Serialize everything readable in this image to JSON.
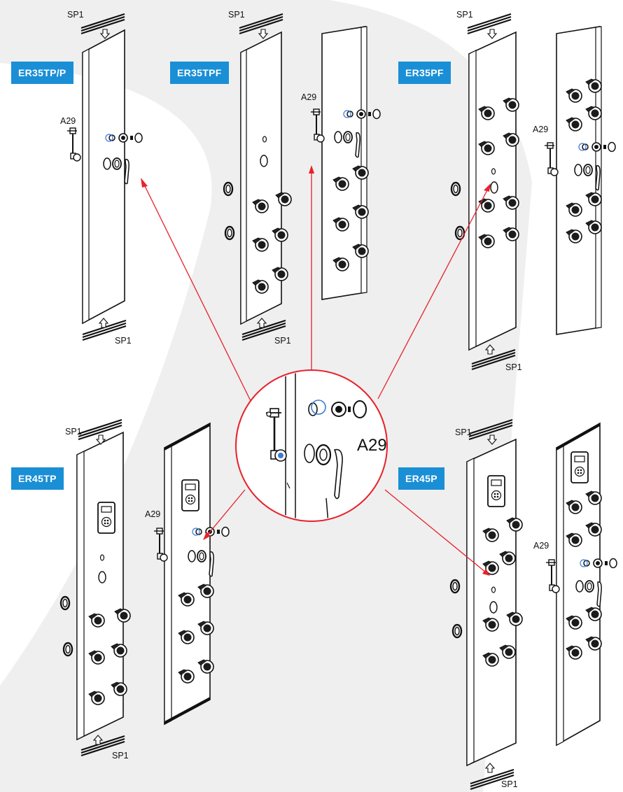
{
  "models": {
    "er35tpp": "ER35TP/P",
    "er35tpf": "ER35TPF",
    "er35pf": "ER35PF",
    "er45tp": "ER45TP",
    "er45p": "ER45P"
  },
  "labels": {
    "seal_profile": "SP1",
    "part": "A29"
  },
  "colors": {
    "badge": "#1a8fd6",
    "arrow": "#e8212b",
    "watermark": "#efefef"
  }
}
